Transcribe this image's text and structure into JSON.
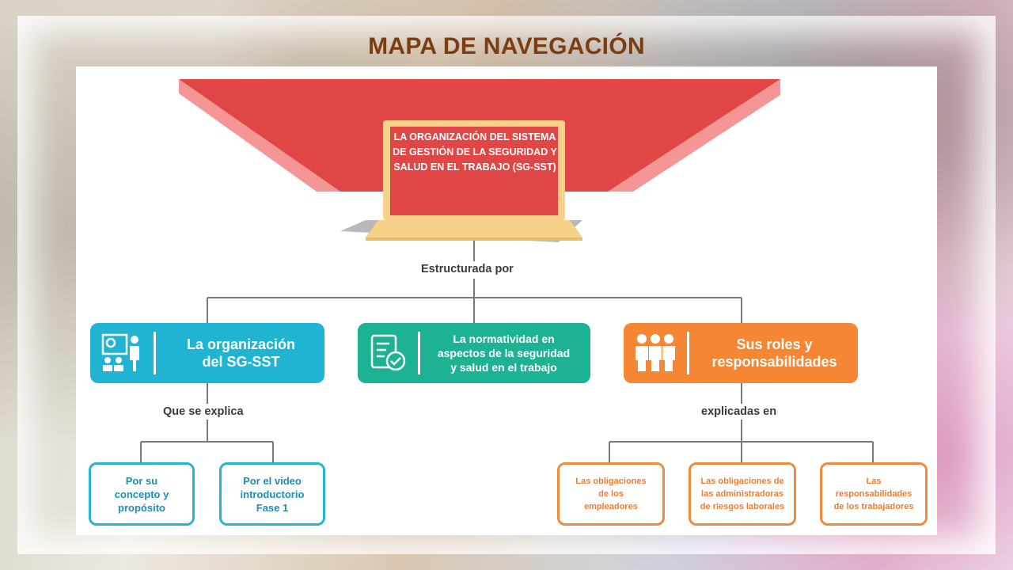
{
  "title": "MAPA DE NAVEGACIÓN",
  "root": {
    "label": "LA ORGANIZACIÓN DEL SISTEMA DE GESTIÓN DE LA SEGURIDAD Y SALUD EN EL TRABAJO (SG-SST)"
  },
  "connector_main": "Estructurada por",
  "branches": [
    {
      "label_line1": "La organización",
      "label_line2": "del SG-SST",
      "color": "#21b4d2",
      "icon": "presentation-icon"
    },
    {
      "label_line1": "La normatividad en",
      "label_line2": "aspectos de la seguridad",
      "label_line3": "y salud en el trabajo",
      "color": "#1db294",
      "icon": "checklist-icon"
    },
    {
      "label_line1": "Sus roles y",
      "label_line2": "responsabilidades",
      "color": "#f58634",
      "icon": "people-group-icon"
    }
  ],
  "connector_left": "Que se explica",
  "connector_right": "explicadas en",
  "leaves_left": [
    {
      "line1": "Por su",
      "line2": "concepto y",
      "line3": "propósito"
    },
    {
      "line1": "Por el video",
      "line2": "introductorio",
      "line3": "Fase 1"
    }
  ],
  "leaves_right": [
    {
      "line1": "Las obligaciones",
      "line2": "de los",
      "line3": "empleadores"
    },
    {
      "line1": "Las obligaciones de",
      "line2": "las administradoras",
      "line3": "de riesgos laborales"
    },
    {
      "line1": "Las",
      "line2": "responsabilidades",
      "line3": "de los trabajadores"
    }
  ],
  "colors": {
    "title": "#7a3d14",
    "red": "#e04646",
    "laptop_frame": "#f5d18a",
    "line": "#7a7a7a"
  }
}
